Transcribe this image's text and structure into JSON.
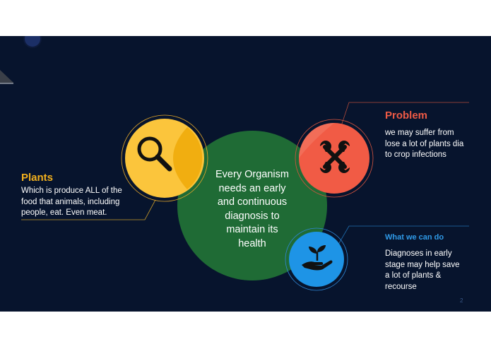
{
  "slide": {
    "center_text_lines": [
      "Every Organism",
      "needs an early",
      "and continuous",
      "diagnosis to",
      "maintain its",
      "health"
    ],
    "plants": {
      "title": "Plants",
      "lines": [
        "Which is produce ALL of the",
        "food that animals, including",
        "people, eat.  Even meat."
      ]
    },
    "problem": {
      "title": "Problem",
      "lines": [
        "we may suffer from",
        "lose a lot of plants dia",
        "to crop infections"
      ]
    },
    "what_we_can_do": {
      "title": "What we can do",
      "lines": [
        "Diagnoses in early",
        "stage  may help save",
        "a lot of plants &",
        "recourse"
      ]
    },
    "page_number": "2"
  },
  "colors": {
    "background": "#07142d",
    "center_circle": "#1f6b35",
    "magnifier_circle": "#fbc53c",
    "problem_circle": "#f15b45",
    "what_circle": "#1e94e6",
    "plants_title": "#f2b01d",
    "problem_title": "#ee5a45",
    "what_title": "#2f9ae8"
  },
  "icons": [
    "magnifier-icon",
    "wrench-cross-icon",
    "hand-plant-icon",
    "shelf-decoration-icon"
  ]
}
